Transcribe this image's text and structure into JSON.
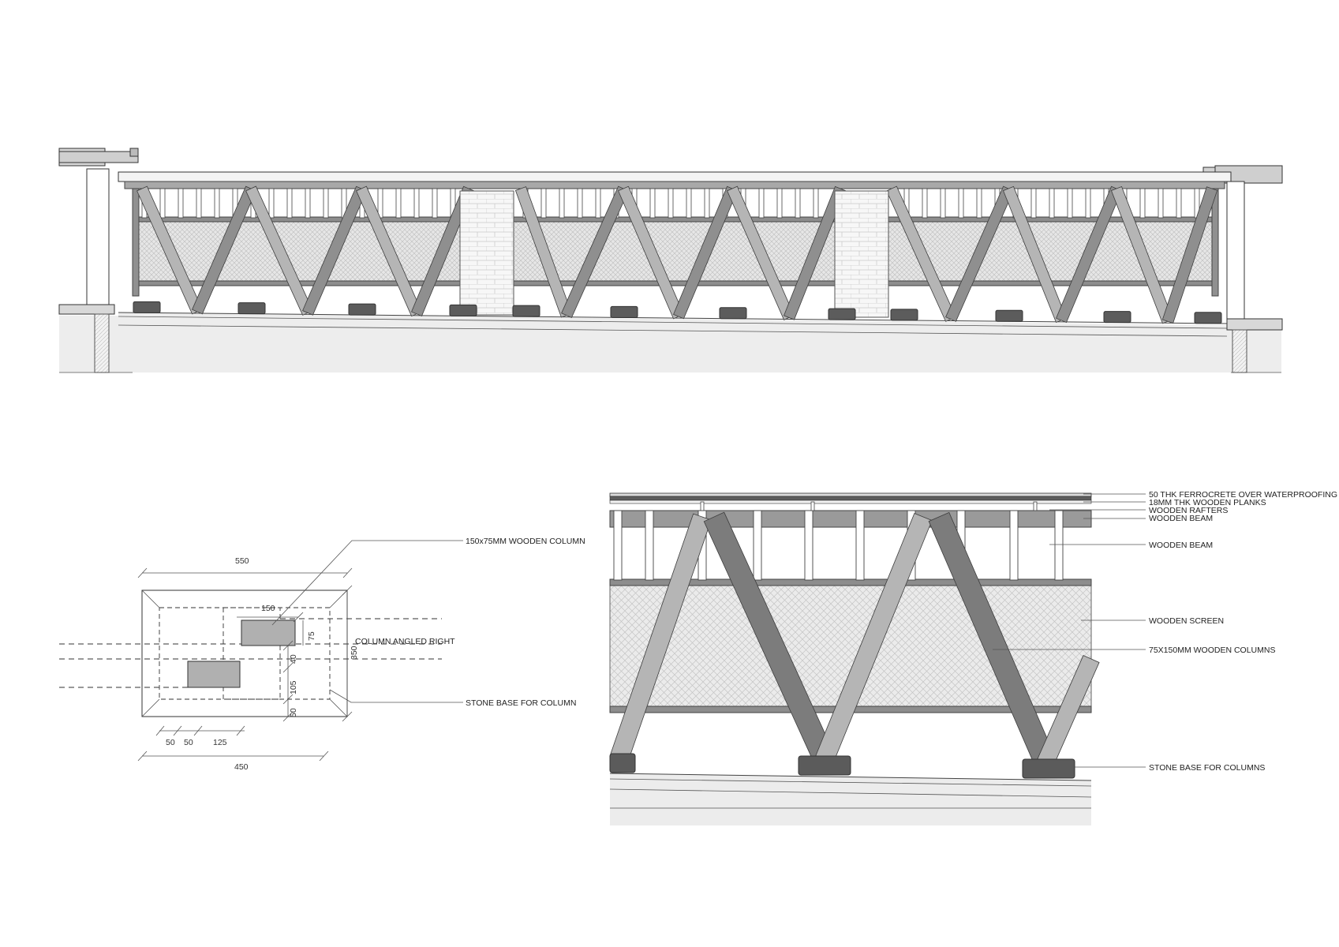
{
  "drawing": {
    "colors": {
      "timber": "#8f8f8f",
      "timber_dark": "#7c7c7c",
      "timber_light": "#b5b5b5",
      "stone": "#5c5c5c",
      "screen_fill": "#e4e4e4",
      "ground": "#ececec",
      "brick": "#f4f4f4",
      "line": "#333333"
    }
  },
  "plan_detail": {
    "dims": {
      "top_outer": "550",
      "bottom_outer": "450",
      "right_outer": "350",
      "col_width": "150",
      "col_depth": "75",
      "offset_40": "40",
      "offset_105": "105",
      "offset_50_v": "50",
      "bottom_50_a": "50",
      "bottom_50_b": "50",
      "bottom_125": "125"
    },
    "labels": {
      "column": "150x75MM WOODEN COLUMN",
      "angled": "COLUMN ANGLED RIGHT",
      "base": "STONE BASE FOR COLUMN"
    }
  },
  "enlarged_detail": {
    "labels": [
      "50 THK FERROCRETE OVER WATERPROOFING",
      "18MM THK WOODEN PLANKS",
      "WOODEN RAFTERS",
      "WOODEN BEAM",
      "WOODEN BEAM",
      "WOODEN SCREEN",
      "75X150MM WOODEN COLUMNS",
      "STONE BASE FOR COLUMNS"
    ]
  }
}
